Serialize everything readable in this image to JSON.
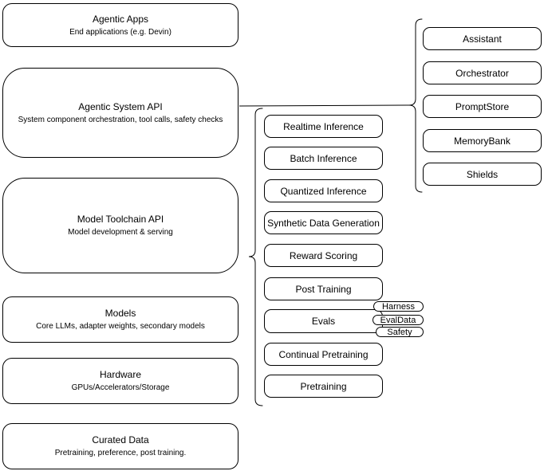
{
  "diagram": {
    "left_stack": [
      {
        "title": "Agentic Apps",
        "subtitle": "End applications (e.g. Devin)"
      },
      {
        "title": "Agentic System API",
        "subtitle": "System component orchestration, tool calls, safety checks"
      },
      {
        "title": "Model Toolchain API",
        "subtitle": "Model development & serving"
      },
      {
        "title": "Models",
        "subtitle": "Core LLMs, adapter weights, secondary models"
      },
      {
        "title": "Hardware",
        "subtitle": "GPUs/Accelerators/Storage"
      },
      {
        "title": "Curated Data",
        "subtitle": "Pretraining, preference, post training."
      }
    ],
    "toolchain_stack": [
      "Realtime Inference",
      "Batch Inference",
      "Quantized Inference",
      "Synthetic Data Generation",
      "Reward Scoring",
      "Post Training",
      "Evals",
      "Continual Pretraining",
      "Pretraining"
    ],
    "evals_tags": [
      "Harness",
      "EvalData",
      "Safety"
    ],
    "system_components": [
      "Assistant",
      "Orchestrator",
      "PromptStore",
      "MemoryBank",
      "Shields"
    ],
    "colors": {
      "stroke": "#000000",
      "fill": "#ffffff",
      "text": "#000000"
    }
  }
}
